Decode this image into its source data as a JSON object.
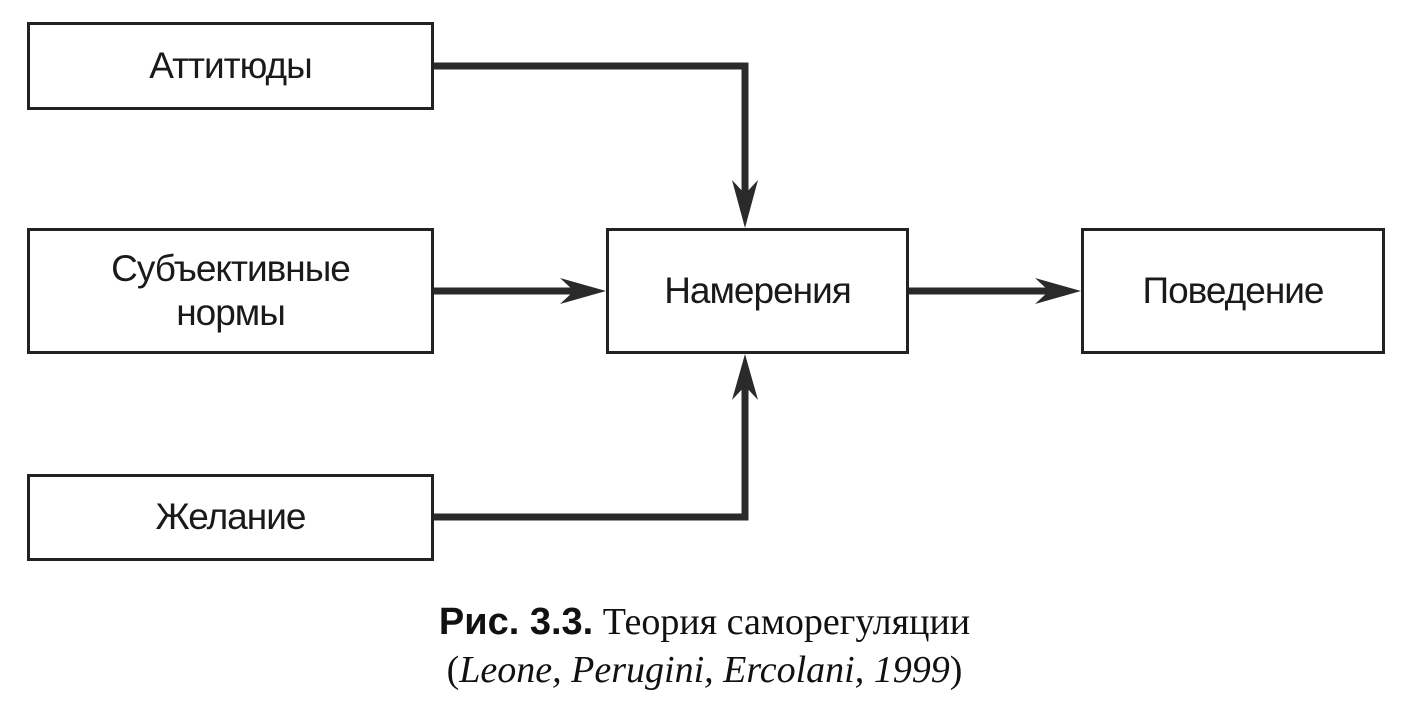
{
  "diagram": {
    "nodes": {
      "attitudes": "Аттитюды",
      "subjective_norms": "Субъективные\nнормы",
      "desire": "Желание",
      "intentions": "Намерения",
      "behavior": "Поведение"
    },
    "edges": [
      {
        "from": "attitudes",
        "to": "intentions"
      },
      {
        "from": "subjective_norms",
        "to": "intentions"
      },
      {
        "from": "desire",
        "to": "intentions"
      },
      {
        "from": "intentions",
        "to": "behavior"
      }
    ]
  },
  "caption": {
    "figure_label": "Рис. 3.3.",
    "title": "Теория саморегуляции",
    "open_paren": "(",
    "citation": "Leone, Perugini, Ercolani, 1999",
    "close_paren": ")"
  }
}
